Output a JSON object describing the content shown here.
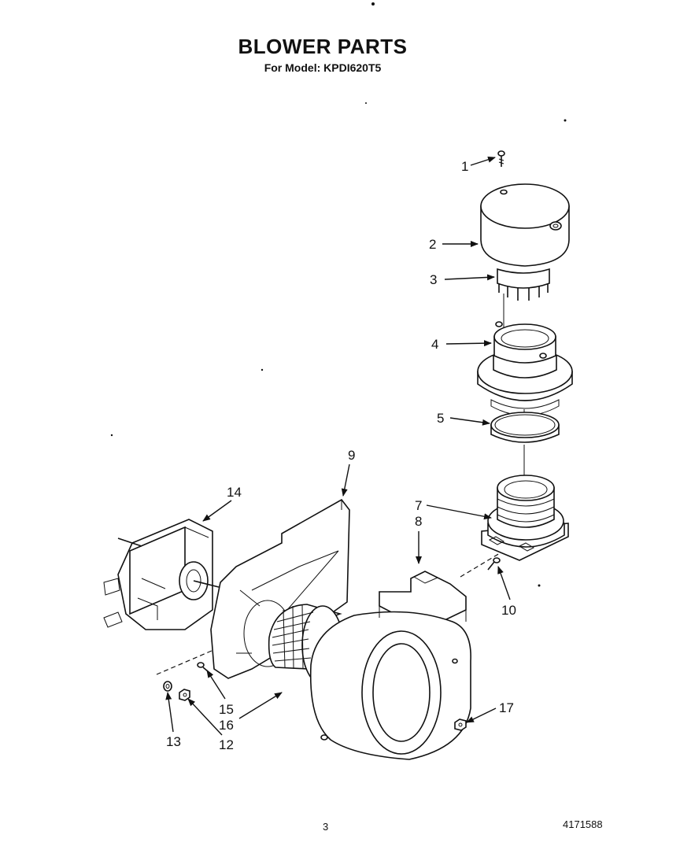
{
  "header": {
    "title": "BLOWER PARTS",
    "model_line": "For Model: KPDI620T5"
  },
  "callouts": [
    {
      "id": "1",
      "part": "screw"
    },
    {
      "id": "2",
      "part": "blower-cap"
    },
    {
      "id": "3",
      "part": "spider-clip"
    },
    {
      "id": "4",
      "part": "upper-housing"
    },
    {
      "id": "5",
      "part": "seal-ring"
    },
    {
      "id": "7",
      "part": "lower-housing"
    },
    {
      "id": "8",
      "part": "bracket"
    },
    {
      "id": "9",
      "part": "blower-back-plate"
    },
    {
      "id": "10",
      "part": "screw"
    },
    {
      "id": "12",
      "part": "nut"
    },
    {
      "id": "13",
      "part": "washer"
    },
    {
      "id": "14",
      "part": "blower-motor"
    },
    {
      "id": "15",
      "part": "screw"
    },
    {
      "id": "16",
      "part": "blower-wheel"
    },
    {
      "id": "17",
      "part": "nut"
    }
  ],
  "footer": {
    "page_number": "3",
    "doc_number": "4171588"
  }
}
